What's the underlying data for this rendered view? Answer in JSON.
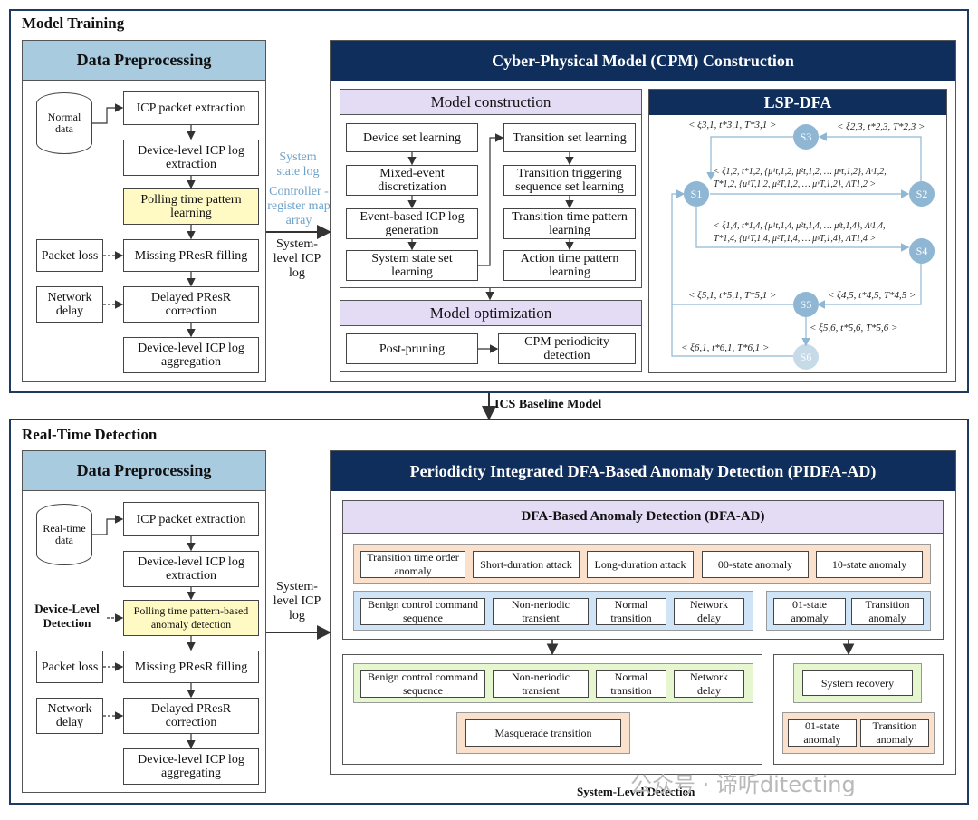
{
  "model_training": {
    "title": "Model Training",
    "data_preprocessing": {
      "title": "Data Preprocessing",
      "source": "Normal data",
      "steps": [
        "ICP packet extraction",
        "Device-level ICP log extraction",
        "Polling time pattern learning",
        "Missing PResR filling",
        "Delayed PResR correction",
        "Device-level ICP log aggregation"
      ],
      "side_inputs": [
        "Packet loss",
        "Network delay"
      ]
    },
    "mid_labels": {
      "system_state_log": "System state log",
      "controller_register": "Controller -register map array",
      "system_level_icp_log": "System-level ICP log"
    },
    "cpm": {
      "title": "Cyber-Physical Model (CPM) Construction",
      "model_construction": {
        "title": "Model construction",
        "left_steps": [
          "Device set learning",
          "Mixed-event discretization",
          "Event-based ICP log generation",
          "System state set learning"
        ],
        "right_steps": [
          "Transition set learning",
          "Transition triggering sequence set learning",
          "Transition time pattern learning",
          "Action time pattern learning"
        ]
      },
      "model_optimization": {
        "title": "Model optimization",
        "steps": [
          "Post-pruning",
          "CPM periodicity detection"
        ]
      },
      "lsp_dfa": {
        "title": "LSP-DFA",
        "states": [
          "S1",
          "S2",
          "S3",
          "S4",
          "S5",
          "S6"
        ],
        "labels": [
          "< ξ3,1, t*3,1, T*3,1 >",
          "< ξ2,3, t*2,3, T*2,3 >",
          "< ξ1,2, t*1,2, {μ¹t,1,2, μ²t,1,2, … μᵘt,1,2}, Λᵗ1,2,",
          "T*1,2, {μ¹T,1,2, μ²T,1,2, … μᵛT,1,2}, ΛT1,2 >",
          "< ξ1,4, t*1,4, {μ¹t,1,4, μ²t,1,4, … μᶠt,1,4}, Λᵗ1,4,",
          "T*1,4, {μ¹T,1,4, μ²T,1,4, … μᵍT,1,4}, ΛT1,4 >",
          "< ξ5,1, t*5,1, T*5,1 >",
          "< ξ4,5, t*4,5, T*4,5 >",
          "< ξ5,6, t*5,6, T*5,6 >",
          "< ξ6,1, t*6,1, T*6,1 >"
        ]
      }
    }
  },
  "baseline_label": "ICS Baseline Model",
  "real_time_detection": {
    "title": "Real-Time Detection",
    "data_preprocessing": {
      "title": "Data Preprocessing",
      "source": "Real-time data",
      "steps": [
        "ICP packet extraction",
        "Device-level ICP log extraction",
        "Polling time pattern-based anomaly detection",
        "Missing PResR filling",
        "Delayed PResR correction",
        "Device-level ICP log aggregating"
      ],
      "side_inputs": [
        "Packet loss",
        "Network delay"
      ],
      "device_level_detection": "Device-Level Detection"
    },
    "mid_label": "System-level ICP log",
    "pidfa": {
      "title": "Periodicity Integrated DFA-Based Anomaly Detection (PIDFA-AD)",
      "dfa_ad": {
        "title": "DFA-Based Anomaly Detection (DFA-AD)",
        "orange_row": [
          "Transition time order anomaly",
          "Short-duration attack",
          "Long-duration attack",
          "00-state anomaly",
          "10-state anomaly"
        ],
        "blue_row": [
          "Benign control command sequence",
          "Non-neriodic transient",
          "Normal transition",
          "Network delay"
        ],
        "blue_right": [
          "01-state anomaly",
          "Transition anomaly"
        ]
      },
      "lower_left": {
        "green_row": [
          "Benign control command sequence",
          "Non-neriodic transient",
          "Normal transition",
          "Network delay"
        ],
        "masquerade": "Masquerade transition"
      },
      "lower_right": {
        "recovery": "System recovery",
        "orange": [
          "01-state anomaly",
          "Transition anomaly"
        ]
      },
      "system_level_detection": "System-Level Detection"
    }
  },
  "watermark": "公众号 · 谛听ditecting"
}
